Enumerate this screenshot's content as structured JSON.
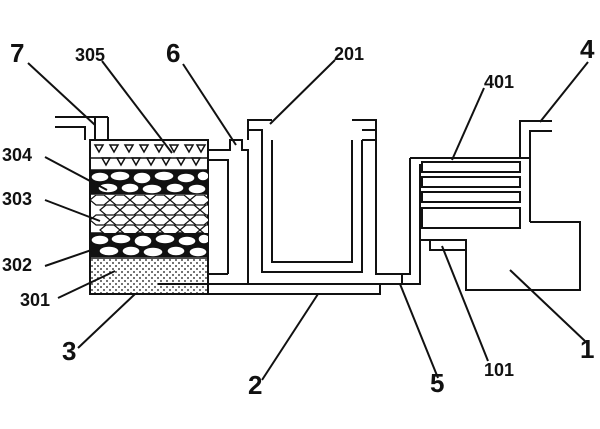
{
  "diagram": {
    "labels": {
      "l1": "1",
      "l2": "2",
      "l3": "3",
      "l4": "4",
      "l5": "5",
      "l6": "6",
      "l7": "7",
      "l101": "101",
      "l201": "201",
      "l301": "301",
      "l302": "302",
      "l303": "303",
      "l304": "304",
      "l305": "305",
      "l401": "401"
    },
    "line_color": "#111111",
    "background": "#ffffff"
  }
}
